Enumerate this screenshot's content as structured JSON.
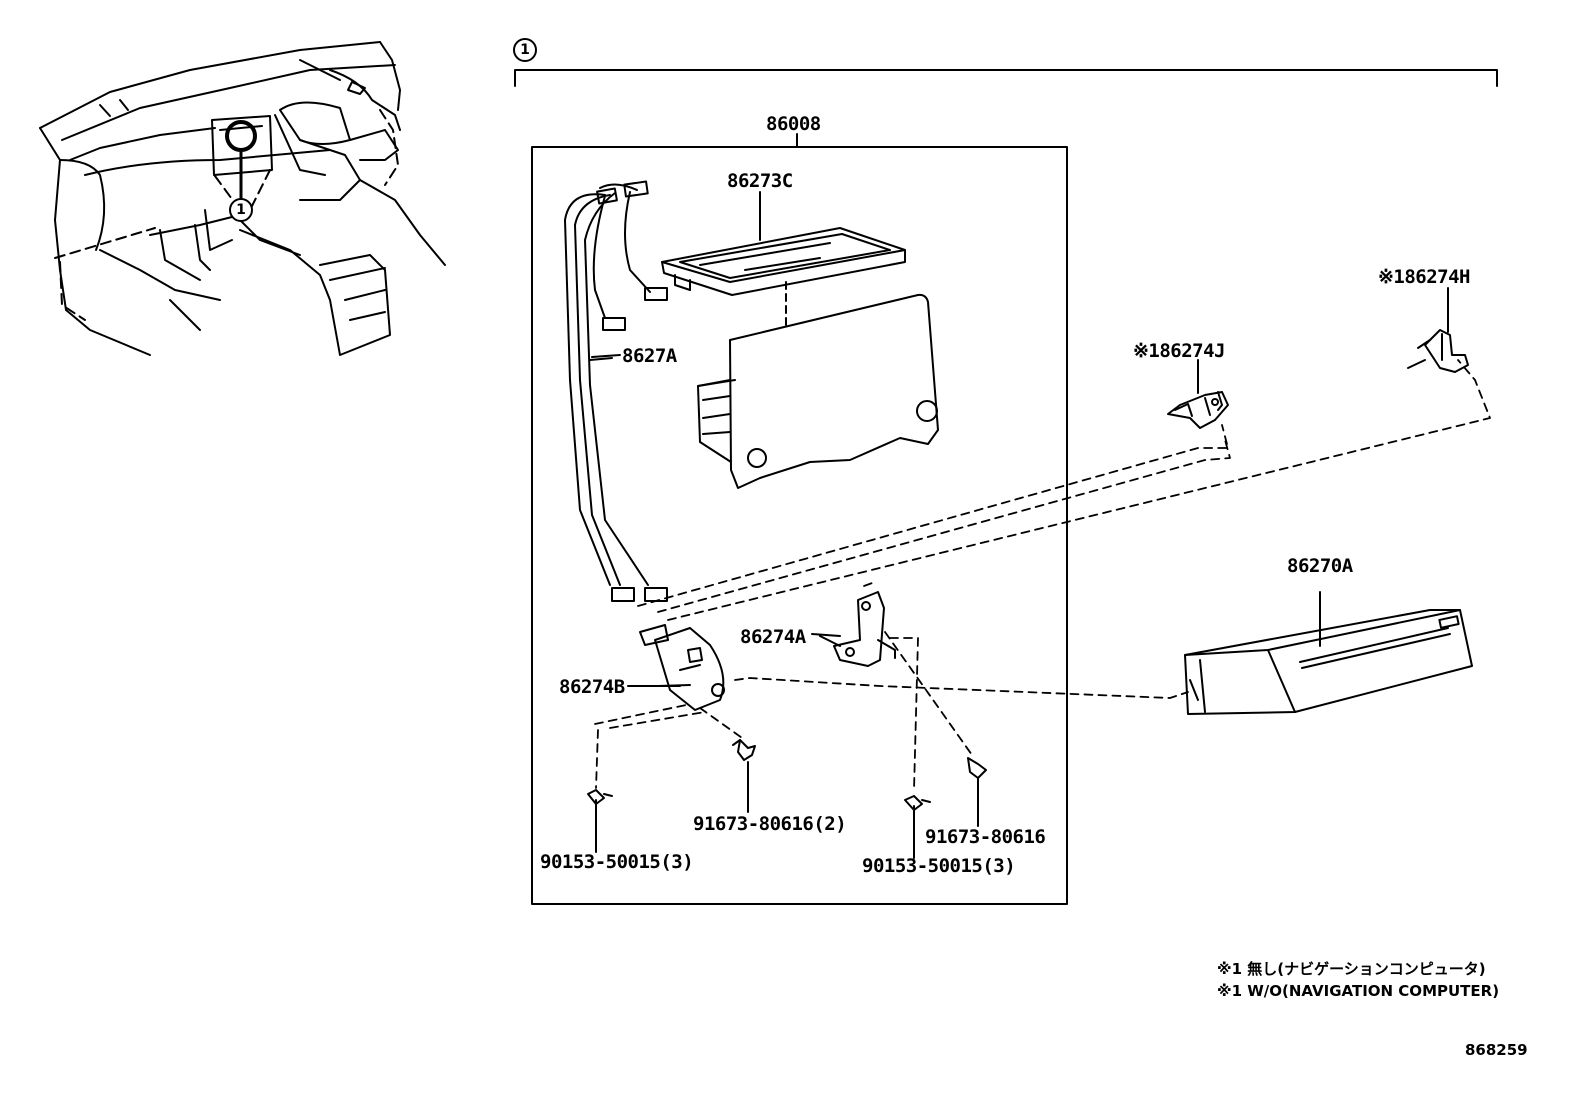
{
  "callout_marker": "1",
  "parts": {
    "p86008": "86008",
    "p86273C": "86273C",
    "p8627A": "8627A",
    "p86274H": "※186274H",
    "p86274J": "※186274J",
    "p86270A": "86270A",
    "p86274A": "86274A",
    "p86274B": "86274B",
    "bolt_91673_2": "91673-80616(2)",
    "bolt_91673": "91673-80616",
    "bolt_90153_left": "90153-50015(3)",
    "bolt_90153_right": "90153-50015(3)"
  },
  "notes": {
    "jp": "※1 無し(ナビゲーションコンピュータ)",
    "en": "※1 W/O(NAVIGATION COMPUTER)"
  },
  "diagram_id": "868259"
}
